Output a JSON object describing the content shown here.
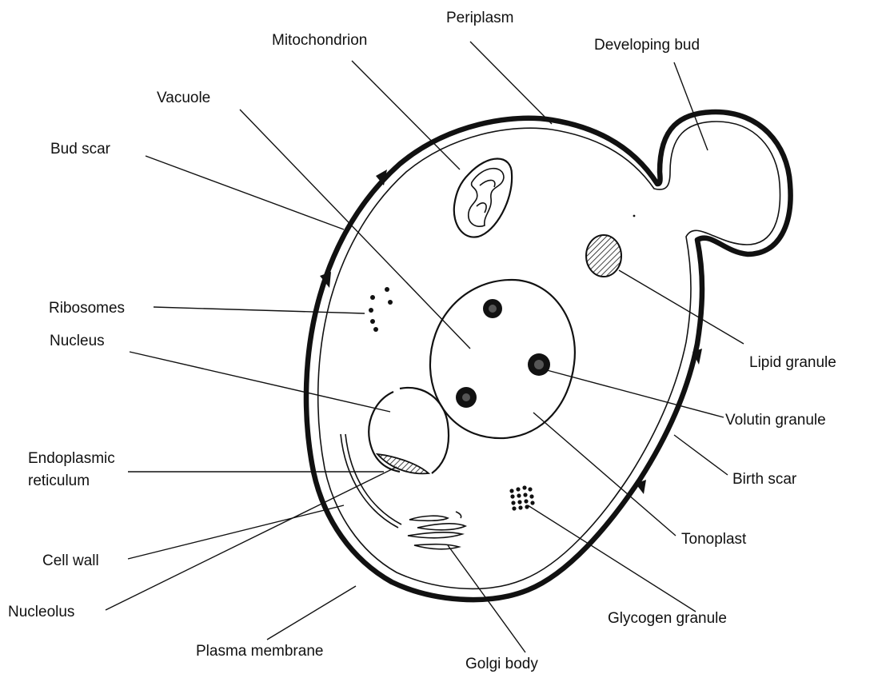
{
  "labels": {
    "periplasm": "Periplasm",
    "mitochondrion": "Mitochondrion",
    "developing_bud": "Developing bud",
    "vacuole": "Vacuole",
    "bud_scar": "Bud scar",
    "ribosomes": "Ribosomes",
    "nucleus": "Nucleus",
    "endoplasmic_reticulum_1": "Endoplasmic",
    "endoplasmic_reticulum_2": "reticulum",
    "cell_wall": "Cell wall",
    "nucleolus": "Nucleolus",
    "plasma_membrane": "Plasma membrane",
    "golgi_body": "Golgi body",
    "glycogen_granule": "Glycogen granule",
    "tonoplast": "Tonoplast",
    "birth_scar": "Birth scar",
    "volutin_granule": "Volutin granule",
    "lipid_granule": "Lipid granule"
  }
}
